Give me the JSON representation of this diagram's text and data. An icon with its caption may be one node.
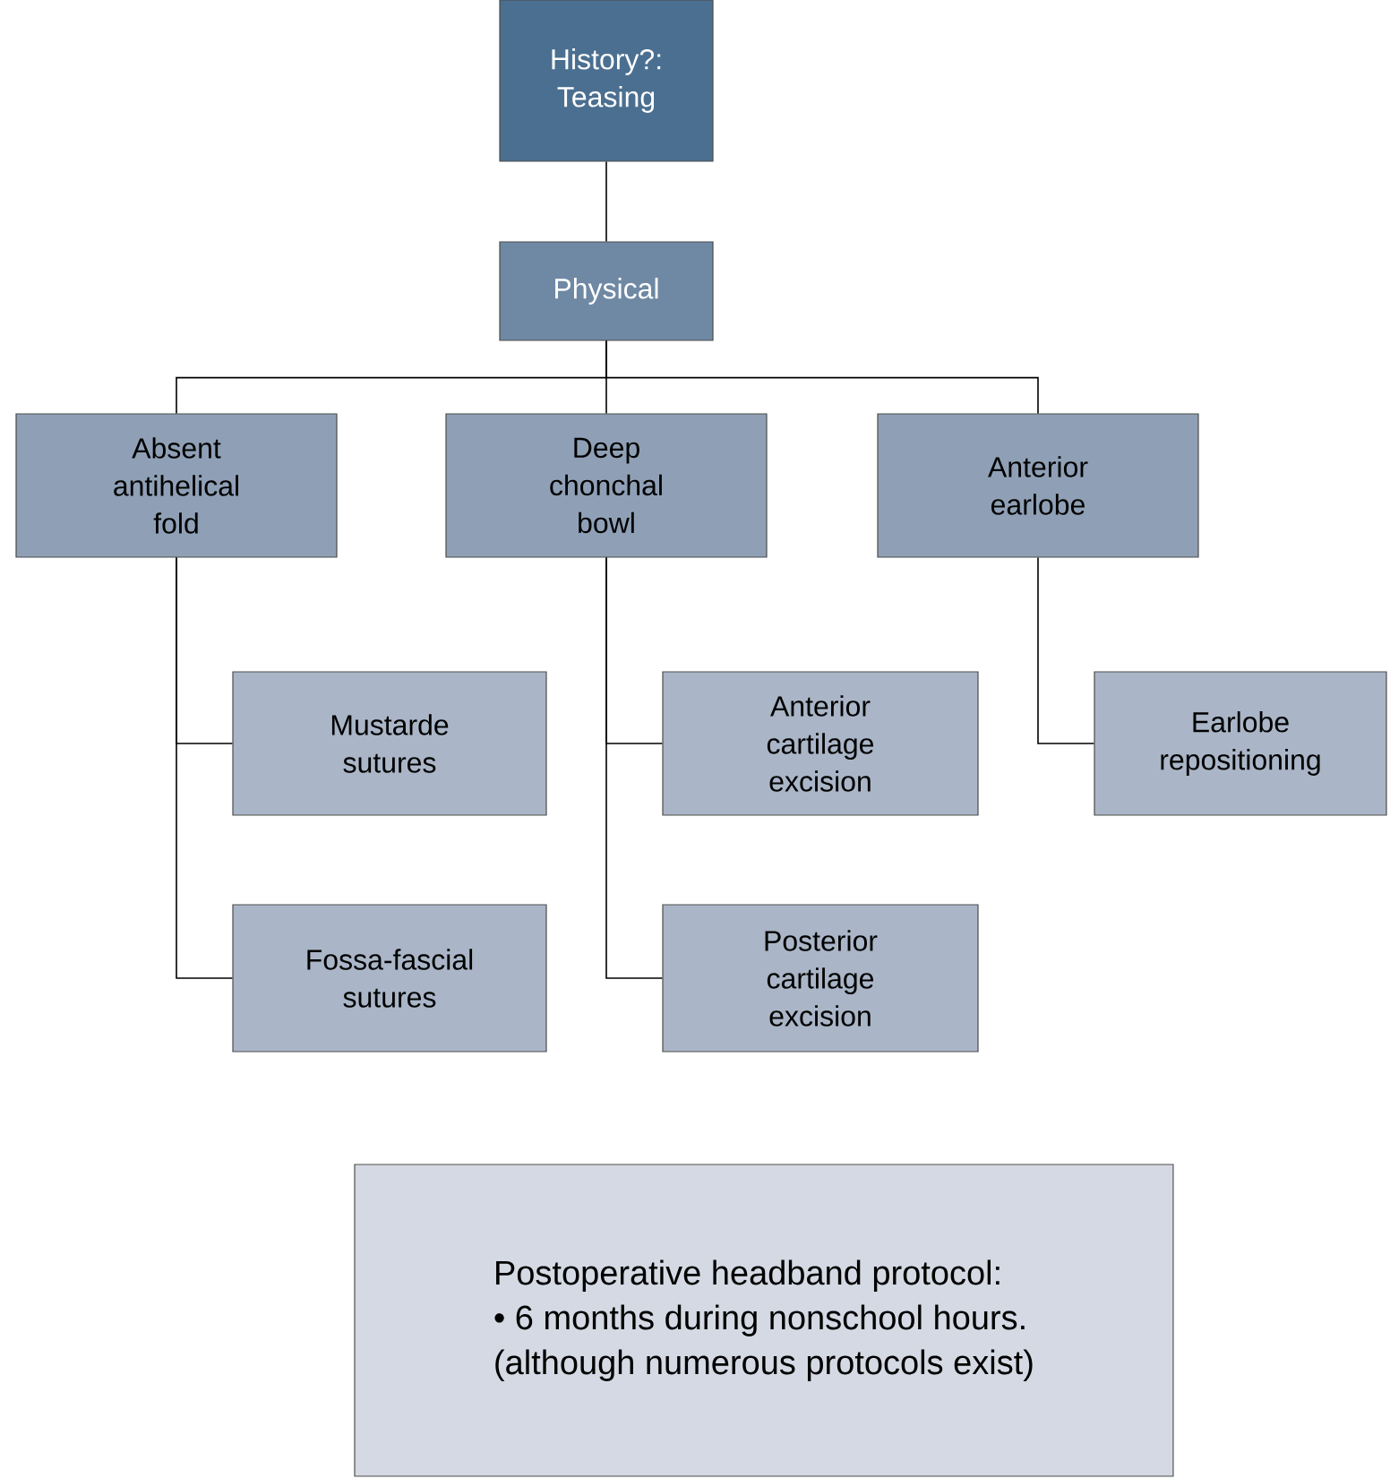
{
  "diagram": {
    "nodes": [
      {
        "text": [
          "History?: Teasing"
        ]
      },
      {
        "text": [
          "Physical"
        ]
      },
      {
        "text": [
          "Absent antihelical fold"
        ]
      },
      {
        "text": [
          "Deep chonchal bowl"
        ]
      },
      {
        "text": [
          "Anterior earlobe"
        ]
      },
      {
        "text": [
          "Mustarde sutures"
        ]
      },
      {
        "text": [
          "Fossa-fascial sutures"
        ]
      },
      {
        "text": [
          "Anterior cartilage excision"
        ]
      },
      {
        "text": [
          "Posterior cartilage excision"
        ]
      },
      {
        "text": [
          "Earlobe repositioning"
        ]
      },
      {
        "text": [
          "Postoperative headband protocol:",
          "• 6 months during nonschool hours.",
          "(although numerous protocols exist)"
        ]
      }
    ],
    "edges": [
      {
        "from": 0,
        "to": 1,
        "arrow": "none"
      },
      {
        "from": 1,
        "to": 2,
        "arrow": "none"
      },
      {
        "from": 1,
        "to": 3,
        "arrow": "none"
      },
      {
        "from": 1,
        "to": 4,
        "arrow": "none"
      },
      {
        "from": 2,
        "to": 5,
        "arrow": "none"
      },
      {
        "from": 2,
        "to": 6,
        "arrow": "none"
      },
      {
        "from": 3,
        "to": 7,
        "arrow": "none"
      },
      {
        "from": 3,
        "to": 8,
        "arrow": "none"
      },
      {
        "from": 4,
        "to": 9,
        "arrow": "none"
      }
    ]
  }
}
